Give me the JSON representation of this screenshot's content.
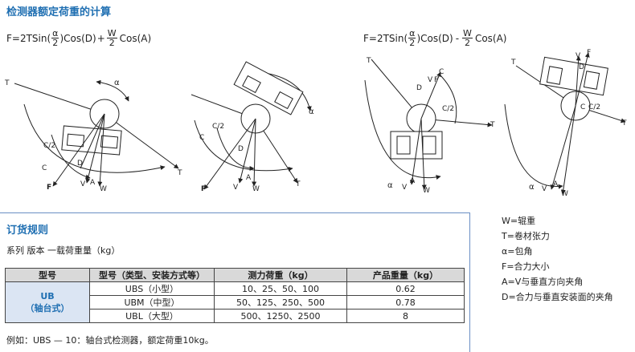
{
  "header": {
    "title": "检测器额定荷重的计算"
  },
  "formulas": {
    "left": {
      "pre": "F=2TSin(",
      "num": "α",
      "den": "2",
      "mid": ")Cos(D)",
      "op": "+",
      "wnum": "W",
      "wden": "2",
      "post": "Cos(A)"
    },
    "right": {
      "pre": "F=2TSin(",
      "num": "α",
      "den": "2",
      "mid": ")Cos(D)",
      "op": "-",
      "wnum": "W",
      "wden": "2",
      "post": "Cos(A)"
    }
  },
  "diagrams": {
    "labels": {
      "T": "T",
      "C": "C",
      "C2": "C/2",
      "D": "D",
      "V": "V",
      "A": "A",
      "W": "W",
      "F": "F",
      "alpha": "α"
    }
  },
  "order": {
    "title": "订货规则",
    "subtitle": "系列  版本  一载荷重量（kg）",
    "table": {
      "headers": [
        "型号",
        "型号（类型、安装方式等）",
        "测力荷重（kg）",
        "产品重量（kg）"
      ],
      "group_label_1": "UB",
      "group_label_2": "（轴台式）",
      "rows": [
        {
          "model": "UBS（小型）",
          "load": "10、25、50、100",
          "weight": "0.62"
        },
        {
          "model": "UBM（中型）",
          "load": "50、125、250、500",
          "weight": "0.78"
        },
        {
          "model": "UBL（大型）",
          "load": "500、1250、2500",
          "weight": "8"
        }
      ]
    },
    "example": "例如：UBS — 10：轴台式检测器，额定荷重10kg。"
  },
  "legend": [
    "W=辊重",
    "T=卷材张力",
    "α=包角",
    "F=合力大小",
    "A=V与垂直方向夹角",
    "D=合力与垂直安装面的夹角"
  ]
}
